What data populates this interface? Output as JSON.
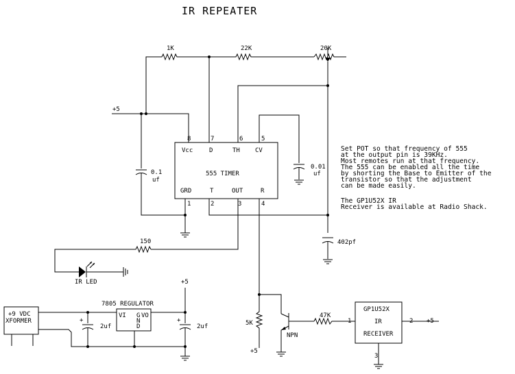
{
  "title": "IR REPEATER",
  "components": {
    "r1k": "1K",
    "r22k": "22K",
    "pot20k": "20K",
    "supply_top": "+5",
    "c01uf": [
      "0.1",
      "uf"
    ],
    "c001uf": [
      "0.01",
      "uf"
    ],
    "timer": {
      "name": "555 TIMER",
      "top_labels": [
        "Vcc",
        "D",
        "TH",
        "CV"
      ],
      "top_pins": [
        "8",
        "7",
        "6",
        "5"
      ],
      "bottom_labels": [
        "GRD",
        "T",
        "OUT",
        "R"
      ],
      "bottom_pins": [
        "1",
        "2",
        "3",
        "4"
      ]
    },
    "c402pf": "402pf",
    "r150": "150",
    "ir_led": "IR LED",
    "xformer": [
      "+9 VDC",
      "XFORMER"
    ],
    "regulator": {
      "title": "7805 REGULATOR",
      "vi": "VI",
      "vo": "VO",
      "gnd": [
        "G",
        "N",
        "D"
      ]
    },
    "cap2uf_left": "2uf",
    "cap2uf_right": "2uf",
    "reg_out_supply": "+5",
    "r5k": "5K",
    "r5k_supply": "+5",
    "npn": "NPN",
    "r47k": "47K",
    "receiver": {
      "part": "GP1U52X",
      "name": "IR",
      "receiver_label": "RECEIVER",
      "pin1": "1",
      "pin2": "2",
      "pin3": "3",
      "out_supply": "+5"
    }
  },
  "notes": [
    "Set POT so that frequency of 555",
    "at the output pin is 39KHz.",
    "Most remotes run at that frequency.",
    "The 555 can be enabled all the time",
    "by shorting the Base to Emitter of the",
    "transistor so that the adjustment",
    "can be made easily.",
    "",
    "The GP1U52X IR",
    "Receiver is available at Radio Shack."
  ]
}
